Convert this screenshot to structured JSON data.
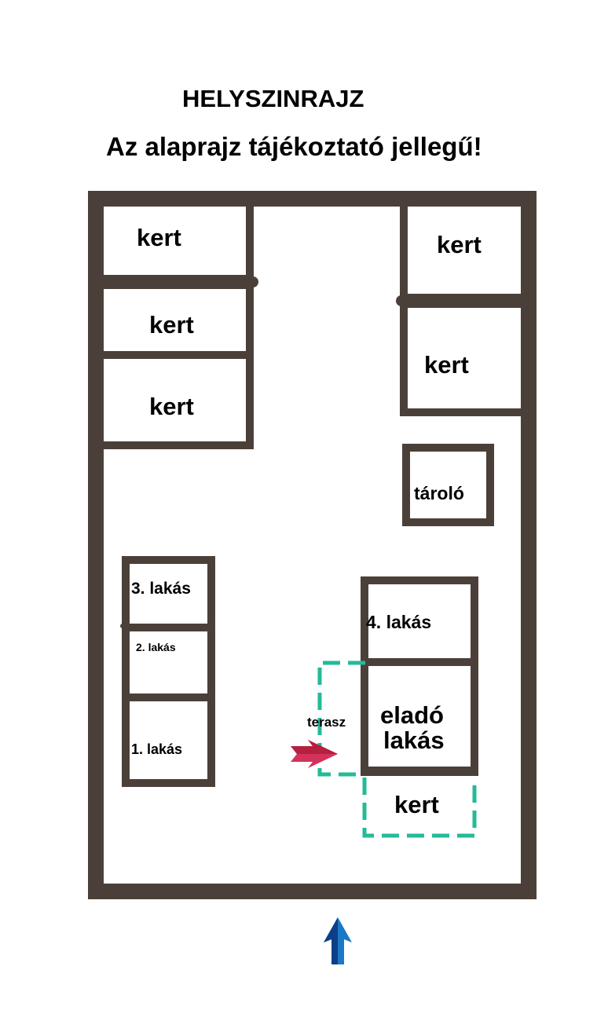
{
  "title": "HELYSZINRAJZ",
  "subtitle": "Az alaprajz tájékoztató jellegű!",
  "colors": {
    "wall": "#4b4039",
    "dashed_area": "#23bb97",
    "entrance_arrow": "#d3325a",
    "north_arrow": "#1a78c8"
  },
  "rooms": {
    "kert_tl1": "kert",
    "kert_tl2": "kert",
    "kert_tl3": "kert",
    "kert_tr1": "kert",
    "kert_tr2": "kert",
    "storage": "tároló",
    "flat3": "3. lakás",
    "flat2": "2. lakás",
    "flat1": "1. lakás",
    "flat4": "4. lakás",
    "for_sale_line1": "eladó",
    "for_sale_line2": "lakás",
    "terrace": "terasz",
    "kert_sale": "kert"
  },
  "icons": {
    "entrance": "entrance-arrow-icon",
    "north": "north-arrow-icon"
  }
}
